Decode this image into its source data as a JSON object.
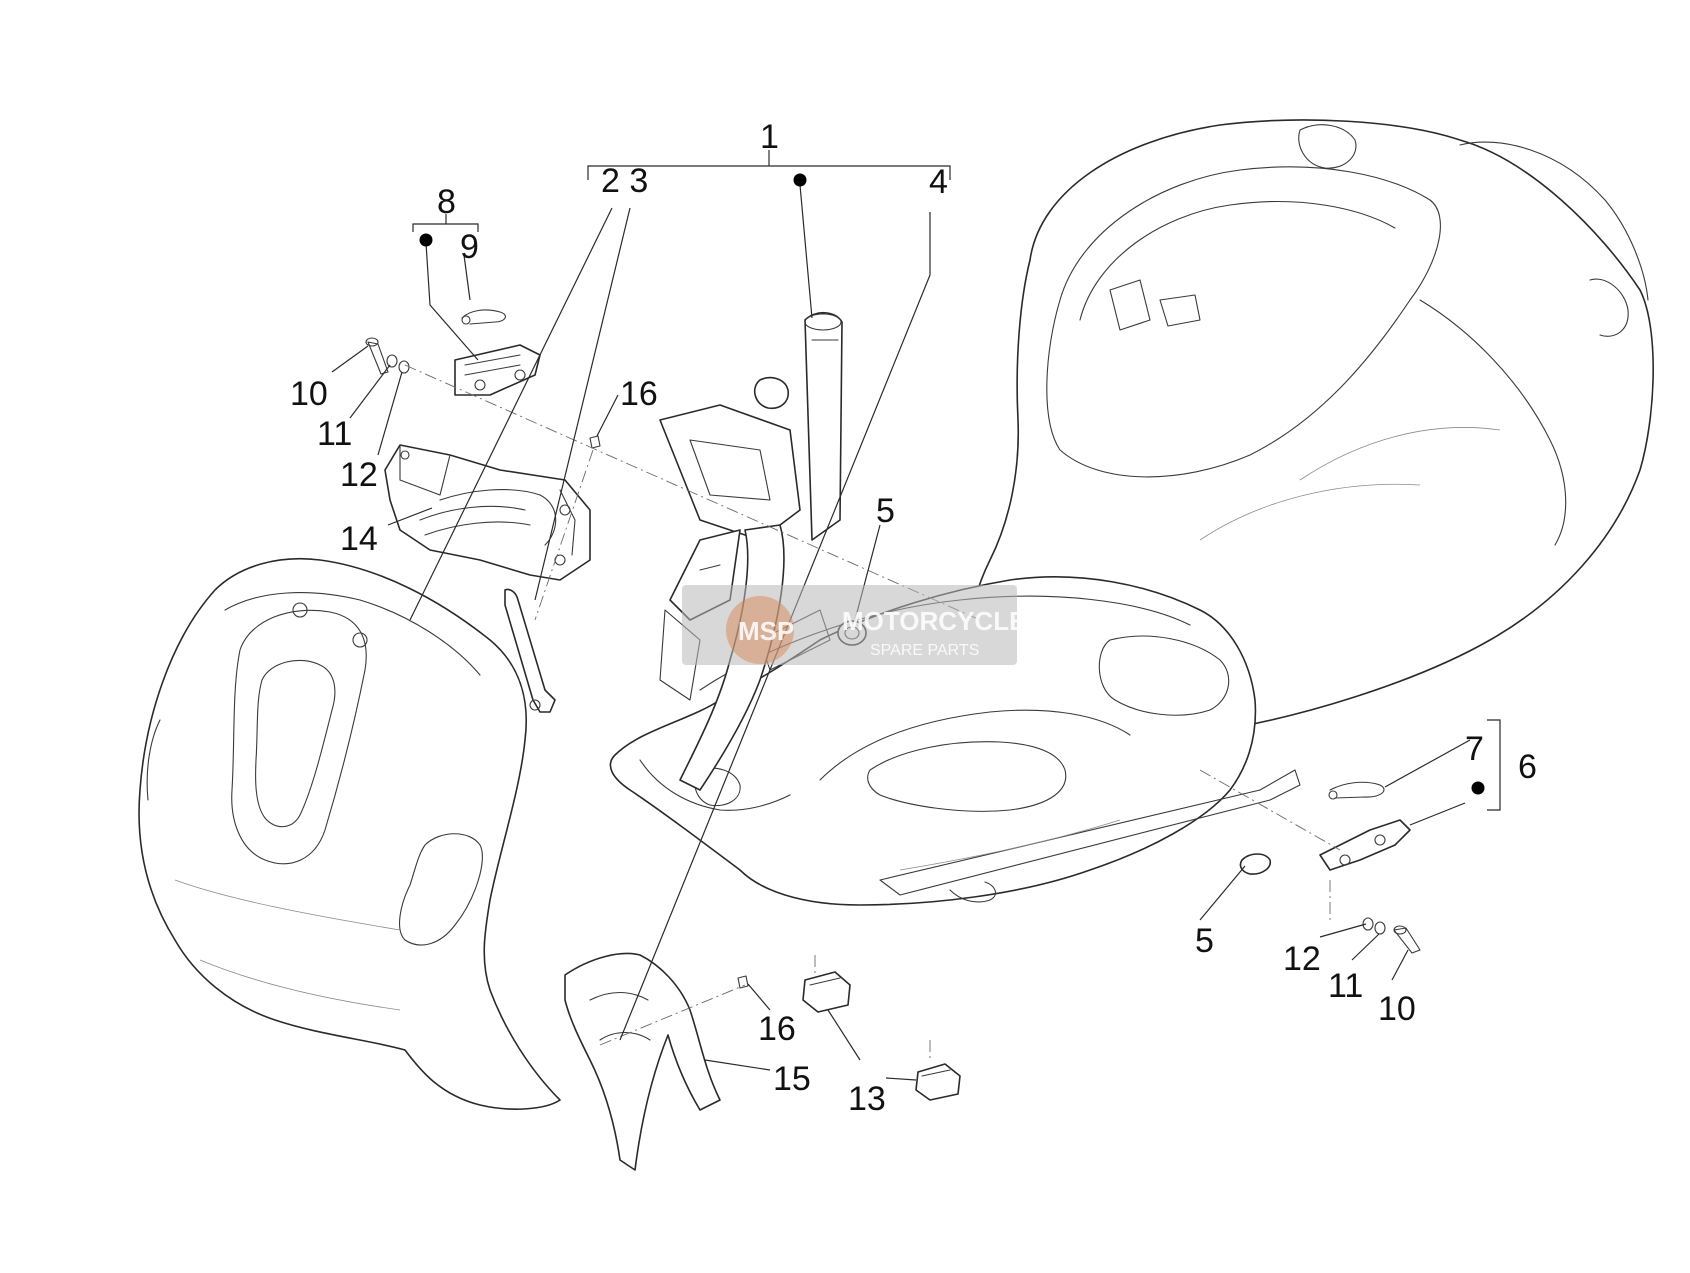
{
  "watermark": {
    "logo_text": "MSP",
    "brand_text": "MOTORCYCLE",
    "tagline": "SPARE PARTS"
  },
  "callouts": [
    {
      "id": "1",
      "label": "1"
    },
    {
      "id": "2-3",
      "label": "2 3"
    },
    {
      "id": "4",
      "label": "4"
    },
    {
      "id": "5a",
      "label": "5"
    },
    {
      "id": "5b",
      "label": "5"
    },
    {
      "id": "6",
      "label": "6"
    },
    {
      "id": "7",
      "label": "7"
    },
    {
      "id": "8",
      "label": "8"
    },
    {
      "id": "9",
      "label": "9"
    },
    {
      "id": "10a",
      "label": "10"
    },
    {
      "id": "10b",
      "label": "10"
    },
    {
      "id": "11a",
      "label": "11"
    },
    {
      "id": "11b",
      "label": "11"
    },
    {
      "id": "12a",
      "label": "12"
    },
    {
      "id": "12b",
      "label": "12"
    },
    {
      "id": "13",
      "label": "13"
    },
    {
      "id": "14",
      "label": "14"
    },
    {
      "id": "15",
      "label": "15"
    },
    {
      "id": "16a",
      "label": "16"
    },
    {
      "id": "16b",
      "label": "16"
    }
  ]
}
